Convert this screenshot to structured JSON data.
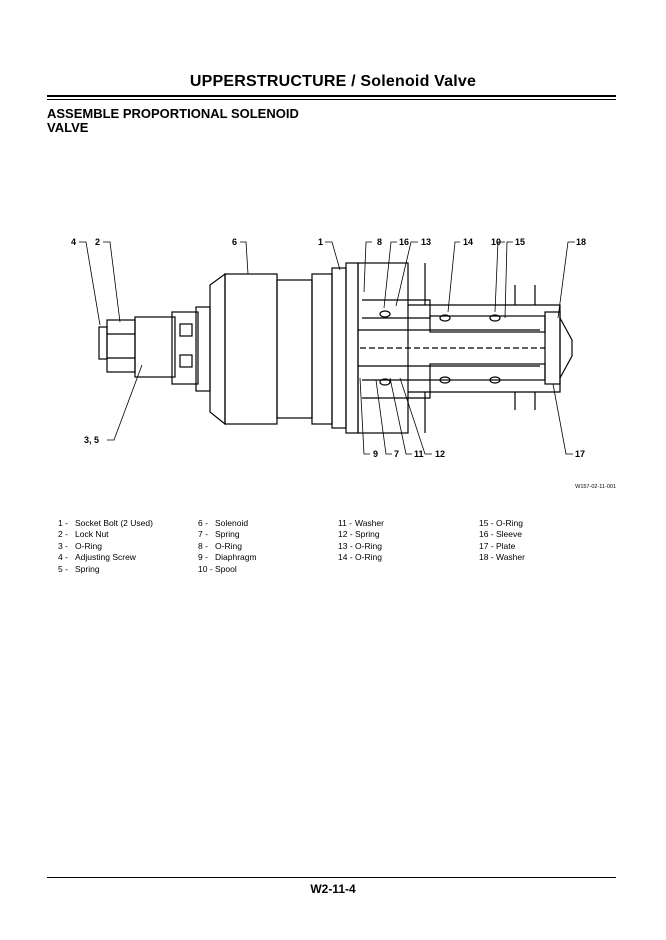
{
  "header": {
    "title": "UPPERSTRUCTURE / Solenoid Valve"
  },
  "section": {
    "title_line1": "ASSEMBLE PROPORTIONAL SOLENOID",
    "title_line2": "VALVE"
  },
  "diagram": {
    "callouts": {
      "c4": "4",
      "c2": "2",
      "c6": "6",
      "c1": "1",
      "c8": "8",
      "c16": "16",
      "c13": "13",
      "c14": "14",
      "c10": "10",
      "c15": "15",
      "c18": "18",
      "c35": "3, 5",
      "c9": "9",
      "c7": "7",
      "c11": "11",
      "c12": "12",
      "c17": "17"
    },
    "figure_id": "W157-02-11-001"
  },
  "legend": {
    "col1": [
      {
        "num": "1 -",
        "label": "Socket Bolt (2 Used)"
      },
      {
        "num": "2 -",
        "label": "Lock Nut"
      },
      {
        "num": "3 -",
        "label": "O-Ring"
      },
      {
        "num": "4 -",
        "label": "Adjusting Screw"
      },
      {
        "num": "5 -",
        "label": "Spring"
      }
    ],
    "col2": [
      {
        "num": "6 -",
        "label": "Solenoid"
      },
      {
        "num": "7 -",
        "label": "Spring"
      },
      {
        "num": "8 -",
        "label": "O-Ring"
      },
      {
        "num": "9 -",
        "label": "Diaphragm"
      },
      {
        "num": "10 -",
        "label": "Spool"
      }
    ],
    "col3": [
      {
        "num": "11 -",
        "label": "Washer"
      },
      {
        "num": "12 -",
        "label": "Spring"
      },
      {
        "num": "13 -",
        "label": "O-Ring"
      },
      {
        "num": "14 -",
        "label": "O-Ring"
      }
    ],
    "col4": [
      {
        "num": "15 -",
        "label": "O-Ring"
      },
      {
        "num": "16 -",
        "label": "Sleeve"
      },
      {
        "num": "17 -",
        "label": "Plate"
      },
      {
        "num": "18 -",
        "label": "Washer"
      }
    ]
  },
  "footer": {
    "page_number": "W2-11-4"
  }
}
